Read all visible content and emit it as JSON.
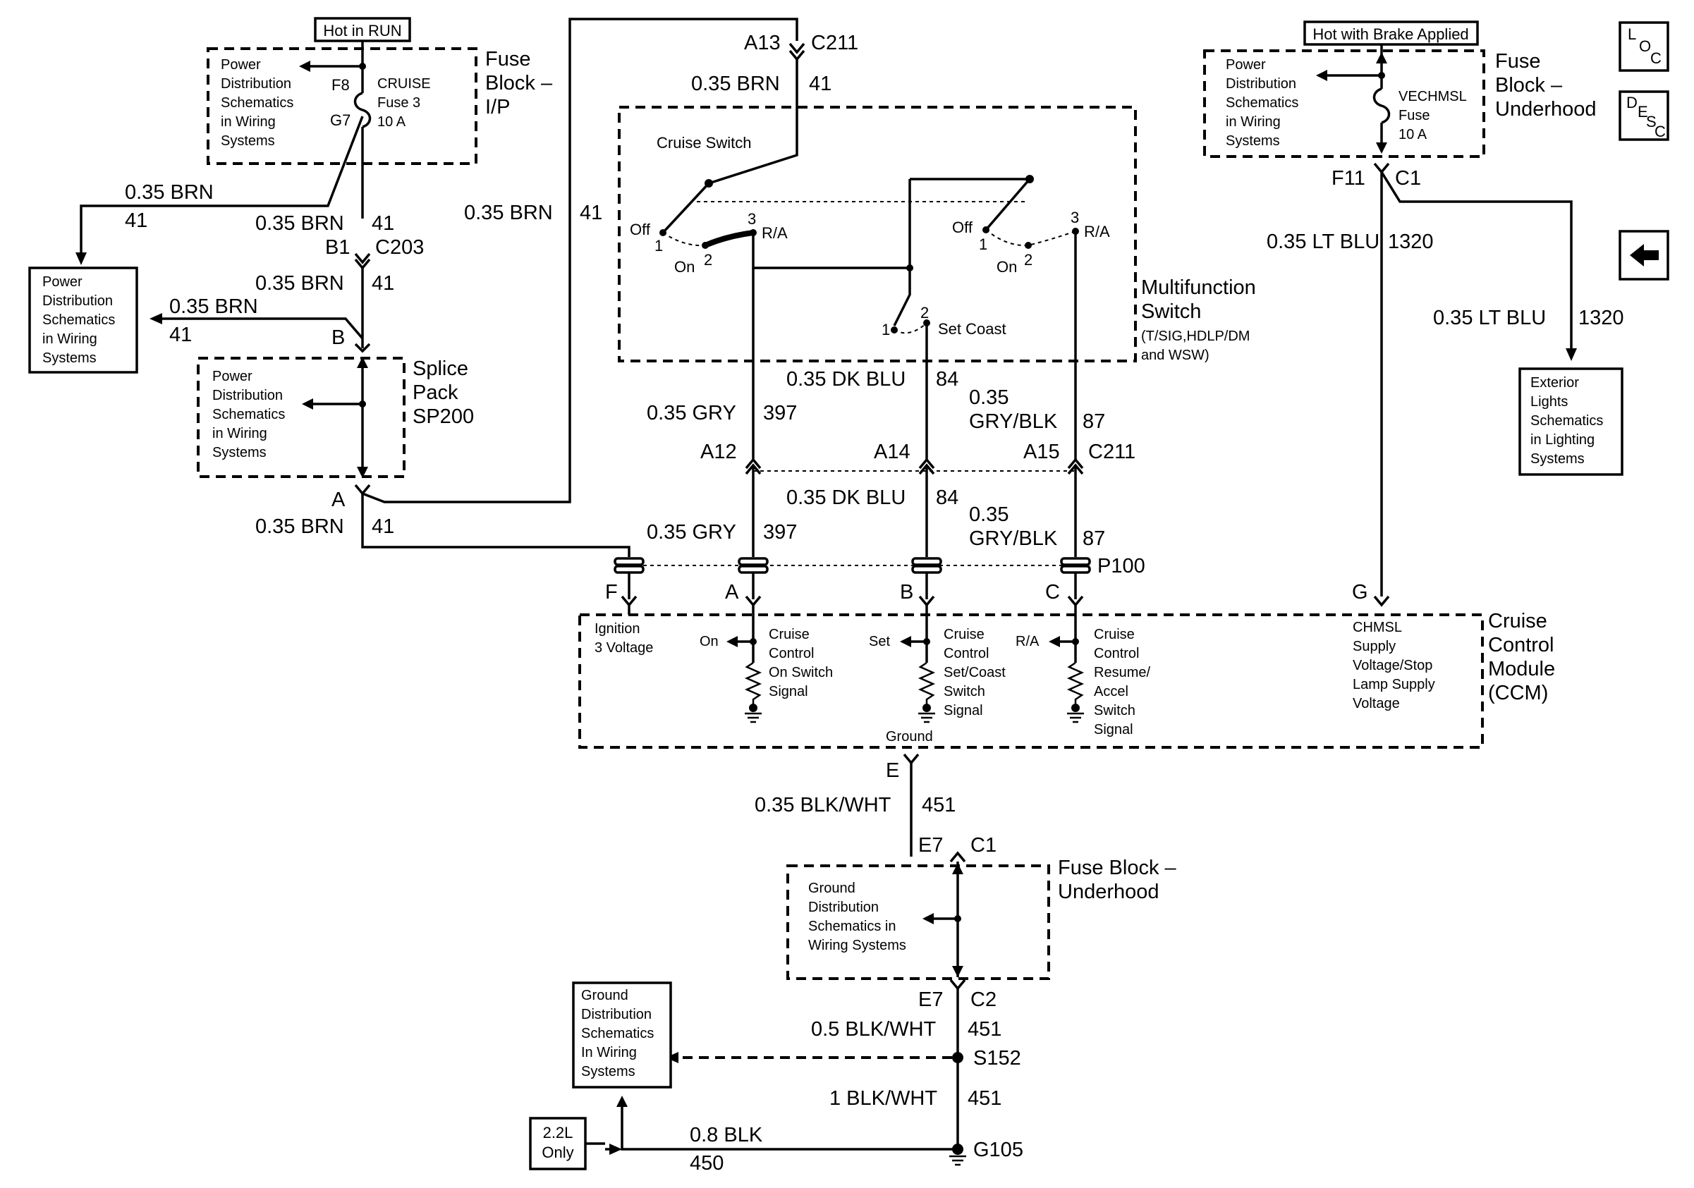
{
  "badges": {
    "hot_in_run": "Hot in RUN",
    "hot_brake": "Hot with Brake Applied",
    "loc": [
      "L",
      "O",
      "C"
    ],
    "desc": [
      "D",
      "E",
      "S",
      "C"
    ],
    "only_22l": [
      "2.2L",
      "Only"
    ]
  },
  "fuse_block_ip": {
    "title": [
      "Fuse",
      "Block –",
      "I/P"
    ],
    "pds": [
      "Power",
      "Distribution",
      "Schematics",
      "in Wiring",
      "Systems"
    ],
    "pin_in": "F8",
    "pin_out": "G7",
    "fuse": [
      "CRUISE",
      "Fuse 3",
      "10 A"
    ]
  },
  "fuse_block_uh": {
    "title": [
      "Fuse",
      "Block –",
      "Underhood"
    ],
    "pds": [
      "Power",
      "Distribution",
      "Schematics",
      "in Wiring",
      "Systems"
    ],
    "fuse": [
      "VECHMSL",
      "Fuse",
      "10 A"
    ],
    "pin": "F11",
    "conn": "C1"
  },
  "left_ref": {
    "text": [
      "Power",
      "Distribution",
      "Schematics",
      "in Wiring",
      "Systems"
    ]
  },
  "splice_pack": {
    "title": [
      "Splice",
      "Pack",
      "SP200"
    ],
    "pds": [
      "Power",
      "Distribution",
      "Schematics",
      "in Wiring",
      "Systems"
    ],
    "pin_b": "B",
    "pin_a": "A"
  },
  "multifunction": {
    "title": [
      "Multifunction",
      "Switch"
    ],
    "subtitle": [
      "(T/SIG,HDLP/DM",
      "and WSW)"
    ],
    "cruise_switch": "Cruise Switch",
    "off": "Off",
    "on": "On",
    "ra": "R/A",
    "n1": "1",
    "n2": "2",
    "n3": "3",
    "set_coast": "Set Coast"
  },
  "wires": {
    "brn_gauge": "0.35 BRN",
    "brn_circuit": "41",
    "b1": "B1",
    "c203": "C203",
    "a13": "A13",
    "c211": "C211",
    "gry": "0.35 GRY",
    "gry_circuit": "397",
    "dkblu": "0.35 DK BLU",
    "dkblu_circuit": "84",
    "gryblk_gauge": "0.35",
    "gryblk_color": "GRY/BLK",
    "gryblk_circuit": "87",
    "a12": "A12",
    "a14": "A14",
    "a15": "A15",
    "ltblu": "0.35 LT BLU",
    "ltblu_circuit": "1320",
    "p100": "P100",
    "blkwht_035": "0.35 BLK/WHT",
    "blkwht_05": "0.5 BLK/WHT",
    "blkwht_1": "1 BLK/WHT",
    "blkwht_circuit": "451",
    "blk": "0.8 BLK",
    "blk_circuit": "450"
  },
  "exterior_ref": [
    "Exterior",
    "Lights",
    "Schematics",
    "in Lighting",
    "Systems"
  ],
  "ccm": {
    "title": [
      "Cruise",
      "Control",
      "Module",
      "(CCM)"
    ],
    "pins": [
      "F",
      "A",
      "B",
      "C",
      "G"
    ],
    "ignition": [
      "Ignition",
      "3 Voltage"
    ],
    "on": "On",
    "set": "Set",
    "ra": "R/A",
    "on_signal": [
      "Cruise",
      "Control",
      "On Switch",
      "Signal"
    ],
    "set_signal": [
      "Cruise",
      "Control",
      "Set/Coast",
      "Switch",
      "Signal"
    ],
    "ra_signal": [
      "Cruise",
      "Control",
      "Resume/",
      "Accel",
      "Switch",
      "Signal"
    ],
    "chmsl": [
      "CHMSL",
      "Supply",
      "Voltage/Stop",
      "Lamp Supply",
      "Voltage"
    ],
    "ground": "Ground",
    "pin_e": "E"
  },
  "ground_block": {
    "title": [
      "Fuse Block –",
      "Underhood"
    ],
    "gds": [
      "Ground",
      "Distribution",
      "Schematics in",
      "Wiring Systems"
    ],
    "e7": "E7",
    "c1": "C1",
    "c2": "C2"
  },
  "ground_ref": [
    "Ground",
    "Distribution",
    "Schematics",
    "In Wiring",
    "Systems"
  ],
  "s152": "S152",
  "g105": "G105"
}
